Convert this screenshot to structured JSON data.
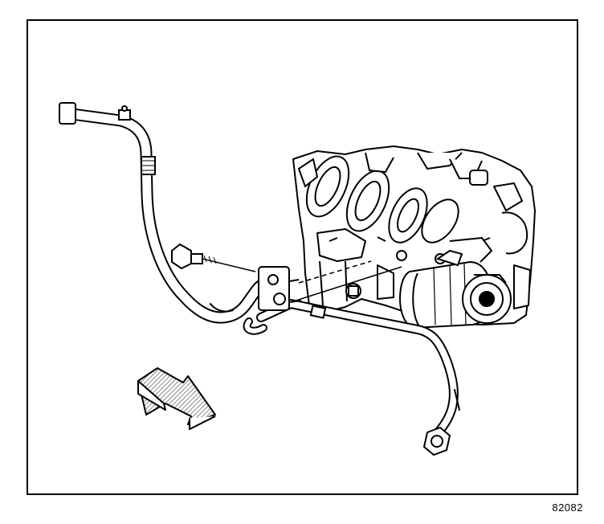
{
  "figure": {
    "number": "82082",
    "colors": {
      "line": "#000000",
      "background": "#ffffff",
      "hatch": "#888888"
    }
  },
  "components": {
    "hose_assembly": "ac-hose-assembly",
    "engine": "engine-block",
    "compressor": "ac-compressor",
    "bolt": "mounting-bolt",
    "direction": "direction-arrow-icon"
  }
}
